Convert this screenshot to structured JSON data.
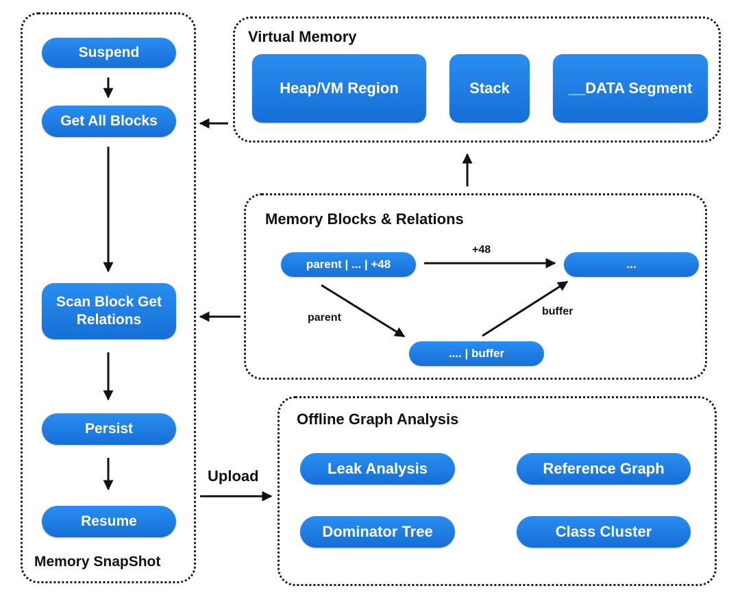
{
  "snapshot": {
    "title": "Memory SnapShot",
    "steps": {
      "suspend": "Suspend",
      "get_all_blocks": "Get All Blocks",
      "scan_block": "Scan Block Get Relations",
      "persist": "Persist",
      "resume": "Resume"
    }
  },
  "virtual_memory": {
    "title": "Virtual Memory",
    "heap": "Heap/VM Region",
    "stack": "Stack",
    "data_segment": "__DATA Segment"
  },
  "relations": {
    "title": "Memory Blocks & Relations",
    "parent_node": "parent | ... | +48",
    "target_node": "...",
    "buffer_node": ".... | buffer",
    "edge_plus48": "+48",
    "edge_parent": "parent",
    "edge_buffer": "buffer"
  },
  "offline": {
    "title": "Offline Graph Analysis",
    "leak": "Leak Analysis",
    "reference": "Reference Graph",
    "dominator": "Dominator Tree",
    "cluster": "Class Cluster"
  },
  "upload_label": "Upload",
  "colors": {
    "node": "#1a7be0",
    "border": "#1c1c1c",
    "text": "#ffffff"
  }
}
